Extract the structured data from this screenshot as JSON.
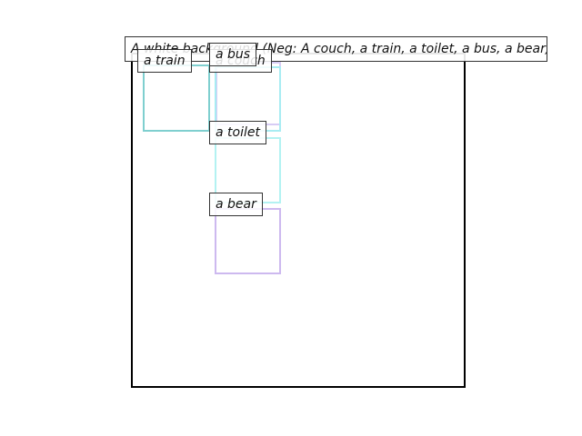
{
  "caption": "A white background (Neg: A couch, a train, a toilet, a bus, a bear)",
  "objects": [
    {
      "key": "couch",
      "label": "a couch",
      "color": "#d7ccf5"
    },
    {
      "key": "train",
      "label": "a train",
      "color": "#7fcfcf"
    },
    {
      "key": "bus",
      "label": "a bus",
      "color": "#a8ecf2"
    },
    {
      "key": "toilet",
      "label": "a toilet",
      "color": "#b3f2f2"
    },
    {
      "key": "bear",
      "label": "a bear",
      "color": "#cdb9ef"
    }
  ]
}
